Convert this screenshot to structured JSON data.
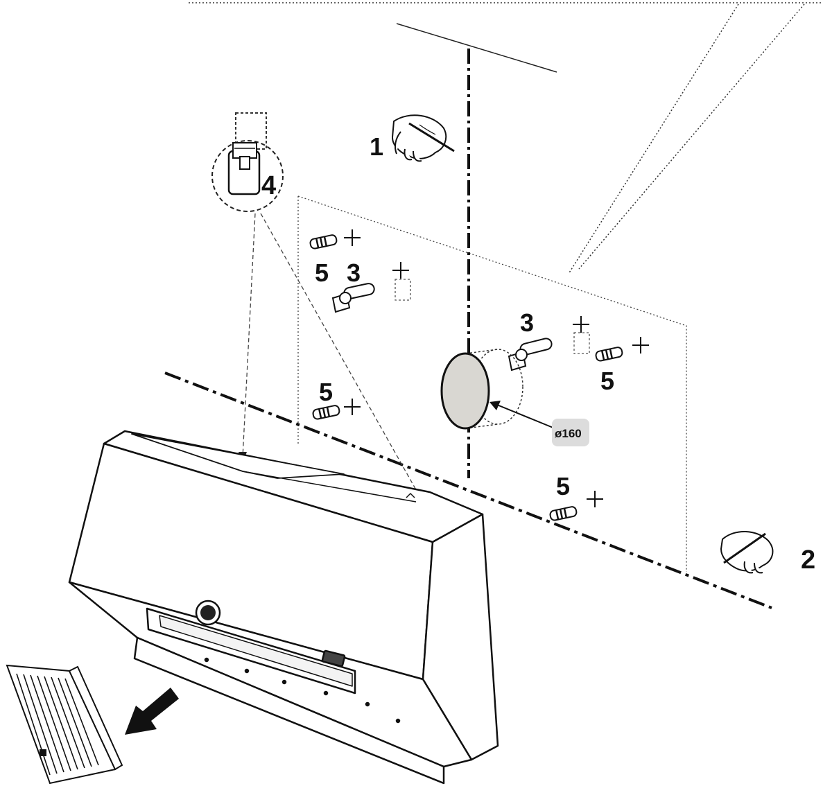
{
  "diagram": {
    "callouts": {
      "c1": "1",
      "c2": "2",
      "c3a": "3",
      "c3b": "3",
      "c4": "4",
      "c5a": "5",
      "c5b": "5",
      "c5c": "5",
      "c5d": "5"
    },
    "duct_diameter_label": "ø160",
    "colors": {
      "line": "#1a1a1a",
      "duct_fill": "#d9d7d2",
      "label_bg": "#dcdcdc"
    }
  }
}
